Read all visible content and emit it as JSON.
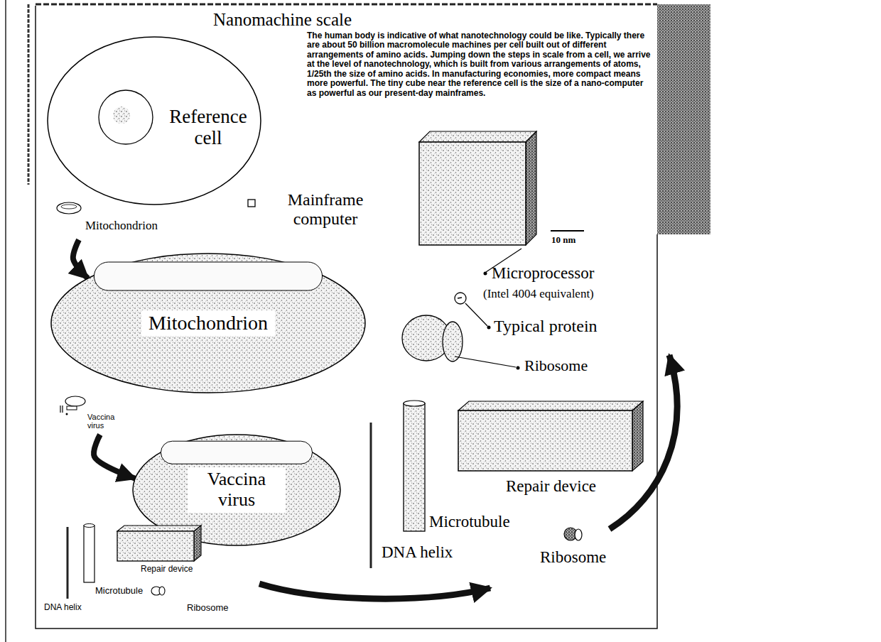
{
  "diagram": {
    "title": "Nanomachine scale",
    "nodes": [
      {
        "text": [
          "Reference cell"
        ]
      },
      {
        "text": [
          "Mitochondrion"
        ]
      },
      {
        "text": [
          "Mitochondrion"
        ]
      },
      {
        "text": [
          "Vaccina virus"
        ]
      },
      {
        "text": [
          "Vaccina virus"
        ]
      }
    ],
    "edges": [
      {
        "from": 1,
        "to": 2,
        "arrow": "to"
      },
      {
        "from": 3,
        "to": 4,
        "arrow": "to"
      }
    ],
    "labels": [
      "The human body is indicative of what nanotechnology could be like. Typically there are about 50 billion macromolecule machines per cell built out of different arrangements of amino acids. Jumping down the steps in scale from a cell, we arrive at the level of nanotechnology, which is built from various arrangements of atoms, 1/25th the size of amino acids. In manufacturing economies, more compact means more powerful. The tiny cube near the reference cell is the size of a nano-computer as powerful as our present-day mainframes.",
      "Mainframe computer",
      "10 nm",
      "Microprocessor",
      "(Intel 4004 equivalent)",
      "Typical protein",
      "Ribosome",
      "Repair device",
      "Microtubule",
      "DNA helix",
      "Ribosome",
      "Repair device",
      "Microtubule",
      "DNA helix",
      "Ribosome"
    ]
  }
}
